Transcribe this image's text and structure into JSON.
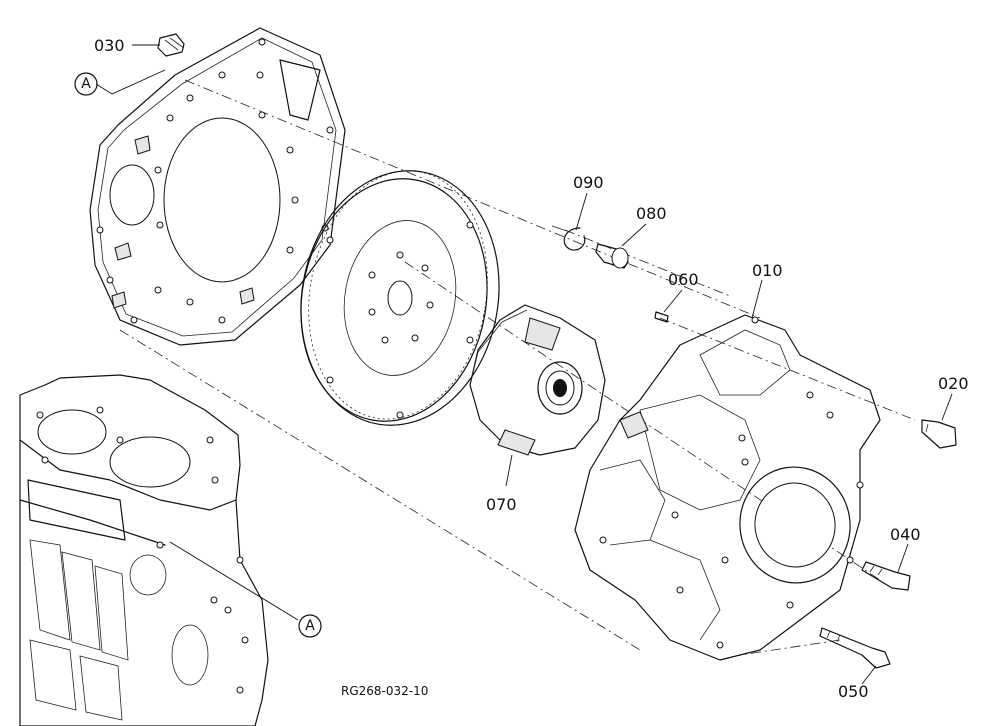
{
  "callouts": {
    "p010": "010",
    "p020": "020",
    "p030": "030",
    "p040": "040",
    "p050": "050",
    "p060": "060",
    "p070": "070",
    "p080": "080",
    "p090": "090"
  },
  "ref_marker": "A",
  "drawing_code": "RG268-032-10"
}
